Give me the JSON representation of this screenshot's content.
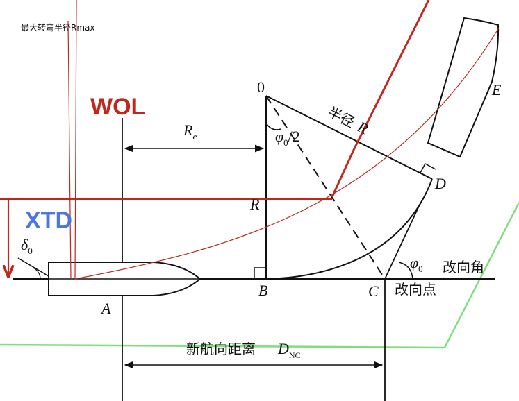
{
  "top_note": "最大转弯半径Rmax",
  "labels": {
    "wol": "WOL",
    "xtd": "XTD",
    "re_main": "R",
    "re_sub": "e",
    "origin": "0",
    "phi_half_main": "φ",
    "phi_half_sub": "0",
    "phi_half_tail": "/2",
    "radius_cn": "半径",
    "radius_R": "R",
    "r_left": "R",
    "point_d": "D",
    "point_e": "E",
    "point_b": "B",
    "point_c": "C",
    "point_a": "A",
    "delta_main": "δ",
    "delta_sub": "0",
    "phi0_main": "φ",
    "phi0_sub": "0",
    "turn_angle": "改向角",
    "turn_point": "改向点",
    "dnc_cn": "新航向距离",
    "dnc_main": "D",
    "dnc_sub": "NC"
  },
  "colors": {
    "black": "#111111",
    "red": "#c0281e",
    "blue": "#4a78e0",
    "green": "#7ee07a"
  }
}
